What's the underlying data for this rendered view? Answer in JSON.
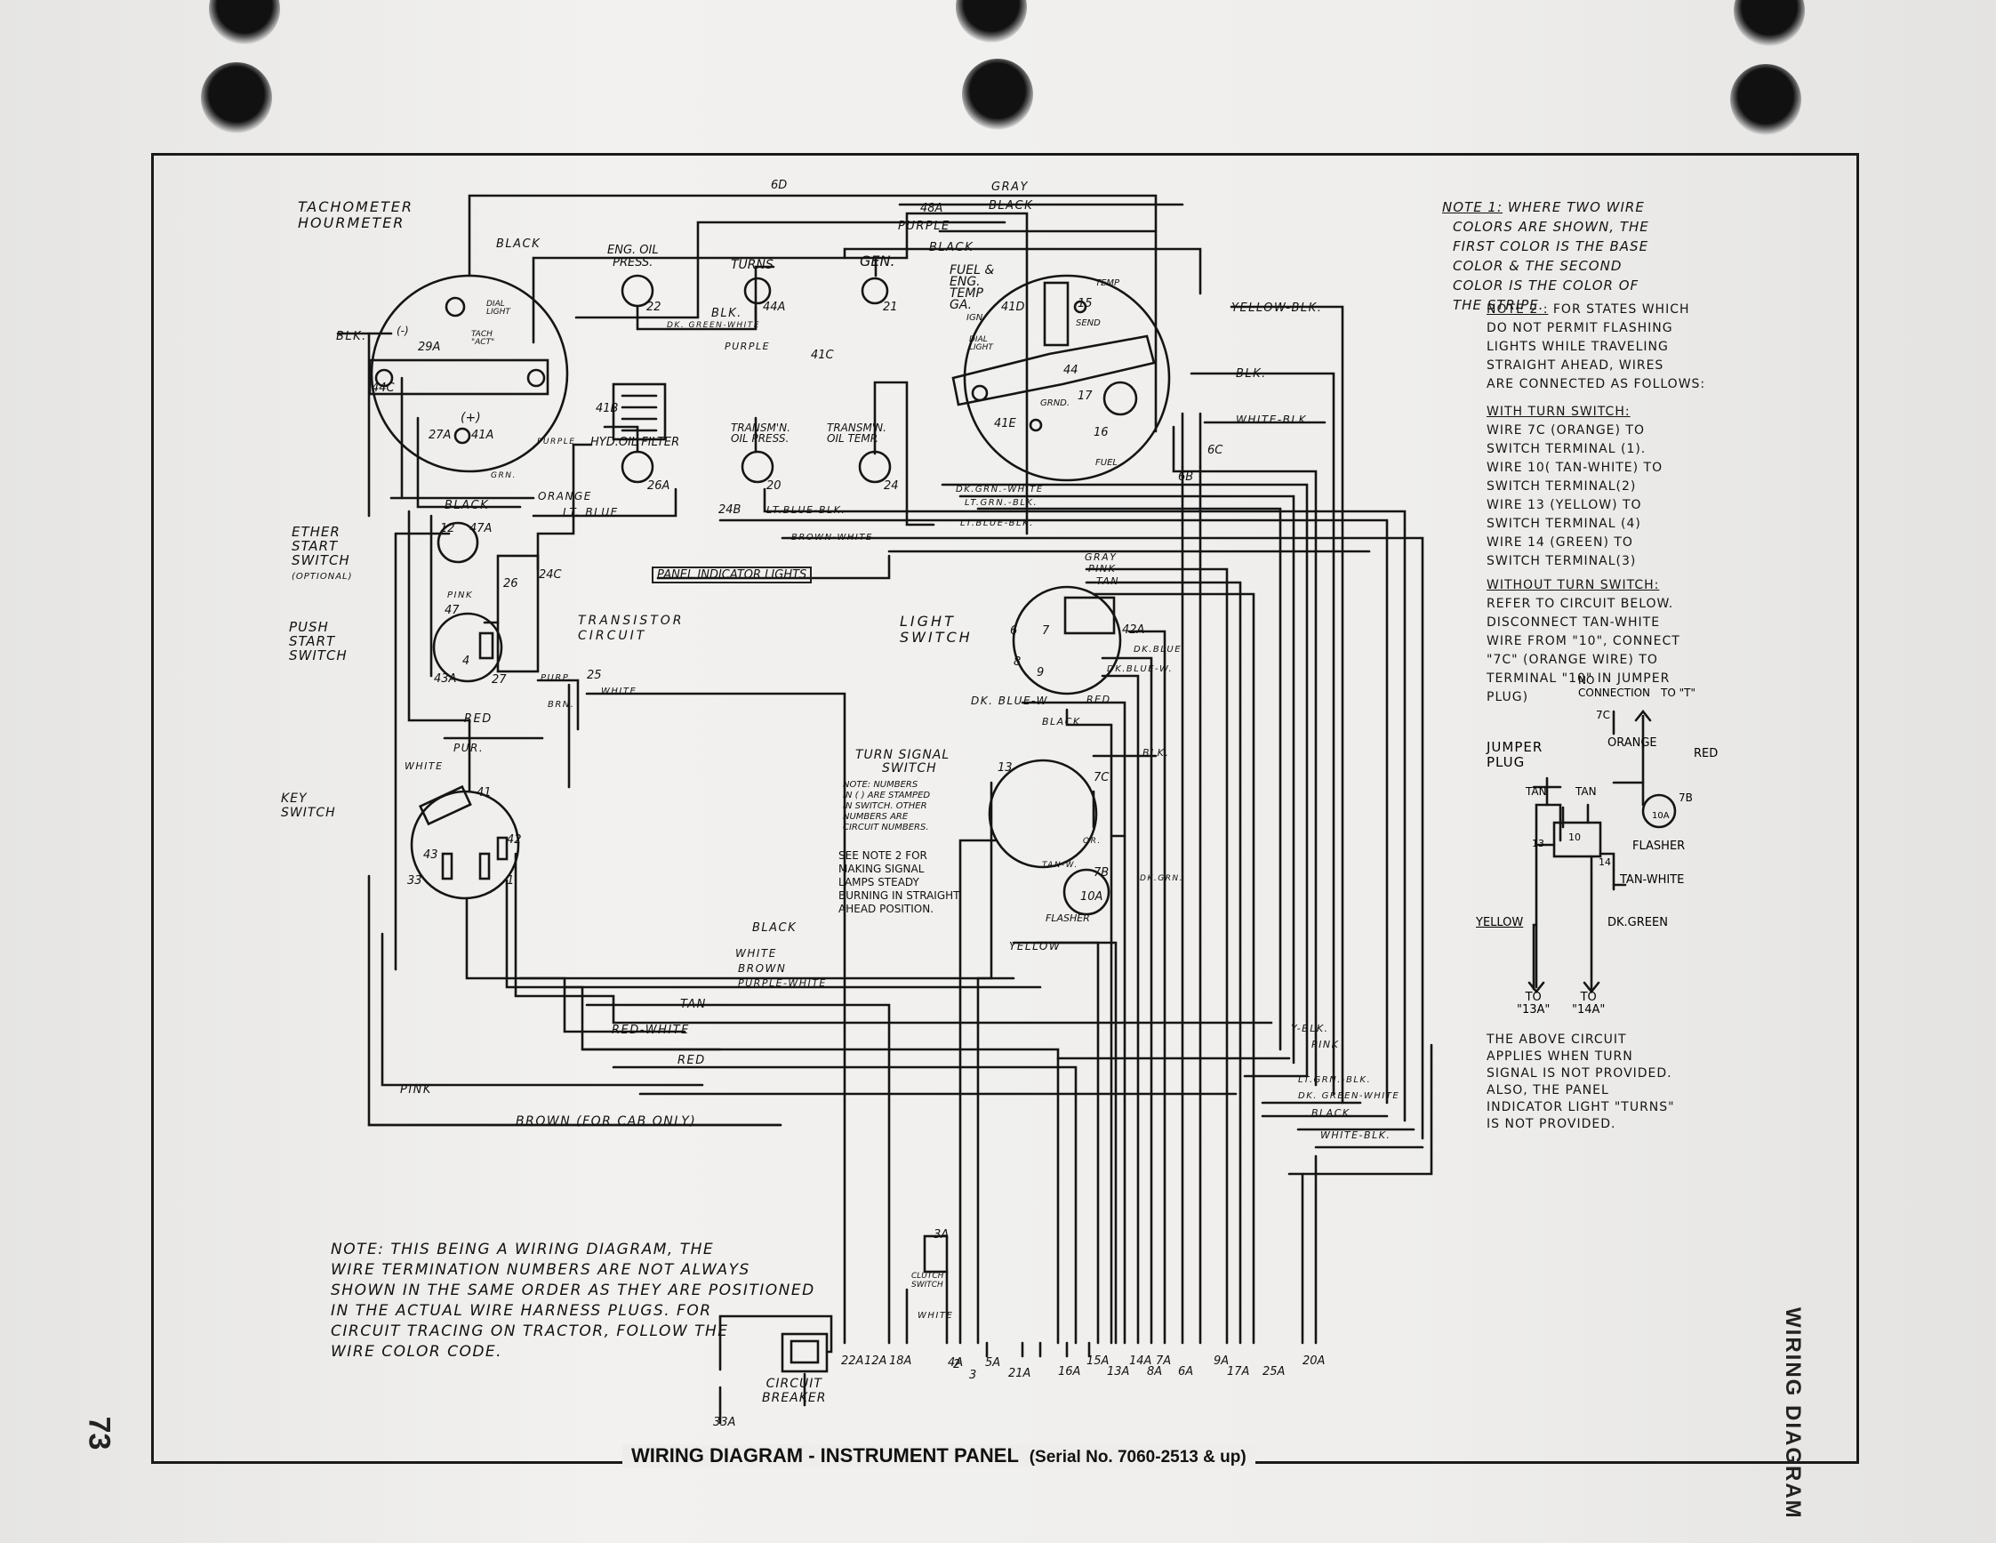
{
  "caption": {
    "title": "WIRING DIAGRAM - INSTRUMENT PANEL",
    "serial": "(Serial No. 7060-2513 & up)"
  },
  "page_number": "73",
  "side_title": "WIRING DIAGRAM",
  "components": {
    "tachometer": [
      "TACHOMETER",
      "HOURMETER"
    ],
    "eng_oil_press": [
      "ENG. OIL",
      "PRESS."
    ],
    "turns": "TURNS",
    "gen": "GEN.",
    "fuel_gauge": [
      "FUEL &",
      "ENG.",
      "TEMP",
      "GA."
    ],
    "hyd_oil_filter": "HYD.OIL FILTER",
    "transm_oil_press": [
      "TRANSM'N.",
      "OIL PRESS."
    ],
    "transm_oil_temp": [
      "TRANSM'N.",
      "OIL TEMP."
    ],
    "ether_start_switch": [
      "ETHER",
      "START",
      "SWITCH",
      "(OPTIONAL)"
    ],
    "push_start_switch": [
      "PUSH",
      "START",
      "SWITCH"
    ],
    "transistor_circuit": [
      "TRANSISTOR",
      "CIRCUIT"
    ],
    "panel_indicator_lights": "PANEL INDICATOR LIGHTS",
    "light_switch": [
      "LIGHT",
      "SWITCH"
    ],
    "key_switch": [
      "KEY",
      "SWITCH"
    ],
    "turn_signal_switch": [
      "TURN SIGNAL",
      "SWITCH"
    ],
    "flasher": "FLASHER",
    "clutch_switch": [
      "CLUTCH",
      "SWITCH"
    ],
    "circuit_breaker": [
      "CIRCUIT",
      "BREAKER"
    ]
  },
  "gauge_labels": {
    "dial_light": [
      "DIAL",
      "LIGHT"
    ],
    "tach_act": [
      "TACH",
      "\"ACT\""
    ],
    "neg": "(-)",
    "pos": "(+)",
    "temp": "TEMP",
    "send": "SEND",
    "ign": "IGN.",
    "grnd": "GRND.",
    "fuel": "FUEL"
  },
  "terminals": [
    "6D",
    "48A",
    "44A",
    "22",
    "21",
    "29A",
    "44C",
    "27A",
    "41A",
    "41C",
    "41B",
    "41D",
    "15",
    "16",
    "44",
    "17",
    "41E",
    "6B",
    "6C",
    "26A",
    "20",
    "24",
    "24B",
    "12",
    "47A",
    "26",
    "24C",
    "47",
    "4",
    "43A",
    "27",
    "25",
    "6",
    "7",
    "42A",
    "9",
    "8",
    "13",
    "7C",
    "10A",
    "7B",
    "41",
    "43",
    "42",
    "33",
    "1",
    "2",
    "3",
    "3A",
    "4A",
    "5A",
    "21A",
    "22A",
    "12A",
    "18A",
    "15A",
    "13A",
    "14A",
    "7A",
    "8A",
    "6A",
    "9A",
    "17A",
    "25A",
    "20A",
    "16A",
    "33A",
    "2A"
  ],
  "wire_labels": [
    "GRAY",
    "BLACK",
    "PURPLE",
    "BLACK",
    "BLACK",
    "BLK.",
    "BLK.",
    "DK. GREEN-WHITE",
    "PURPLE",
    "YELLOW-BLK.",
    "BLK.",
    "WHITE-BLK.",
    "PURPLE",
    "GRN.",
    "BLACK",
    "ORANGE",
    "LT. BLUE",
    "LT.BLUE-BLK.",
    "DK.GRN.-WHITE",
    "LT.GRN.-BLK.",
    "LT.BLUE-BLK.",
    "BROWN-WHITE",
    "GRAY",
    "PINK",
    "TAN",
    "DK.BLUE",
    "DK.BLUE-W.",
    "DK. BLUE-W",
    "RED",
    "BLACK",
    "BLK.",
    "PINK",
    "PURP.",
    "BRN.",
    "WHITE",
    "RED",
    "PUR.",
    "WHITE",
    "DK.GRN.",
    "OR.",
    "TAN-W.",
    "BLACK",
    "WHITE",
    "BROWN",
    "PURPLE-WHITE",
    "YELLOW",
    "TAN",
    "RED-WHITE",
    "RED",
    "PINK",
    "BROWN (FOR CAB ONLY)",
    "Y-BLK.",
    "PINK",
    "LT.GRN.-BLK.",
    "DK. GREEN-WHITE",
    "BLACK",
    "WHITE-BLK.",
    "WHITE"
  ],
  "turn_signal_note": [
    "NOTE: NUMBERS",
    "IN ( ) ARE STAMPED",
    "IN SWITCH. OTHER",
    "NUMBERS ARE",
    "CIRCUIT NUMBERS."
  ],
  "see_note": [
    "SEE NOTE 2 FOR",
    "MAKING SIGNAL",
    "LAMPS STEADY",
    "BURNING IN STRAIGHT",
    "AHEAD POSITION."
  ],
  "bottom_note": [
    "NOTE: THIS BEING A WIRING DIAGRAM, THE",
    "WIRE TERMINATION NUMBERS ARE NOT ALWAYS",
    "SHOWN IN THE SAME ORDER AS THEY ARE POSITIONED",
    "IN THE ACTUAL WIRE HARNESS PLUGS. FOR",
    "CIRCUIT TRACING ON TRACTOR, FOLLOW THE",
    "WIRE COLOR CODE."
  ],
  "note1": {
    "heading": "NOTE 1:",
    "lines": [
      "WHERE TWO WIRE",
      "COLORS ARE SHOWN, THE",
      "FIRST COLOR IS THE BASE",
      "COLOR & THE SECOND",
      "COLOR IS THE COLOR OF",
      "THE STRIPE."
    ]
  },
  "note2": {
    "heading": "NOTE 2 :",
    "lines": [
      "FOR STATES WHICH",
      "DO NOT PERMIT FLASHING",
      "LIGHTS WHILE TRAVELING",
      "STRAIGHT AHEAD, WIRES",
      "ARE CONNECTED AS FOLLOWS:"
    ],
    "with_heading": "WITH TURN SWITCH:",
    "with_lines": [
      "WIRE 7C (ORANGE) TO",
      "SWITCH TERMINAL (1).",
      "WIRE 10( TAN-WHITE) TO",
      "SWITCH TERMINAL(2)",
      "WIRE 13 (YELLOW) TO",
      "SWITCH TERMINAL (4)",
      "WIRE 14 (GREEN) TO",
      "SWITCH TERMINAL(3)"
    ],
    "without_heading": "WITHOUT TURN SWITCH:",
    "without_lines": [
      "REFER TO CIRCUIT BELOW.",
      "DISCONNECT TAN-WHITE",
      "WIRE FROM \"10\", CONNECT",
      "\"7C\" (ORANGE WIRE) TO",
      "TERMINAL \"10\" IN JUMPER",
      "PLUG)"
    ]
  },
  "inset": {
    "no_connection": [
      "NO",
      "CONNECTION"
    ],
    "to_t": "TO \"T\"",
    "t7c": "7C",
    "orange": "ORANGE",
    "red": "RED",
    "jumper_plug": [
      "JUMPER",
      "PLUG"
    ],
    "tan1": "TAN",
    "tan2": "TAN",
    "t7b": "7B",
    "t10a": "10A",
    "t13": "13",
    "t10": "10",
    "t14": "14",
    "flasher": "FLASHER",
    "tan_white": "TAN-WHITE",
    "yellow": "YELLOW",
    "dk_green": "DK.GREEN",
    "to_13a": [
      "TO",
      "\"13A\""
    ],
    "to_14a": [
      "TO",
      "\"14A\""
    ],
    "applies": [
      "THE ABOVE CIRCUIT",
      "APPLIES WHEN TURN",
      "SIGNAL IS NOT PROVIDED.",
      "ALSO, THE PANEL",
      "INDICATOR LIGHT \"TURNS\"",
      "IS NOT PROVIDED."
    ]
  }
}
